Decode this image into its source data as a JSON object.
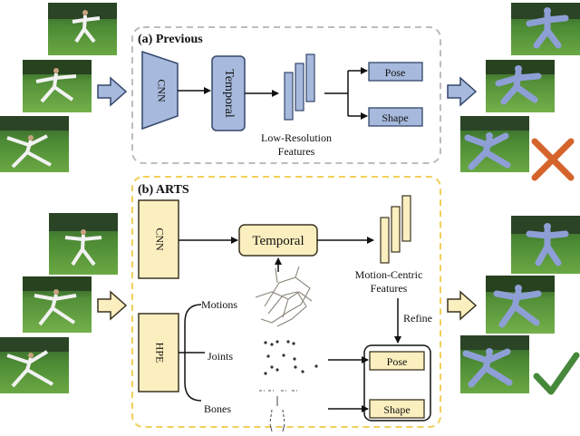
{
  "panel_a": {
    "title": "(a) Previous",
    "cnn": "CNN",
    "temporal": "Temporal",
    "features_line1": "Low-Resolution",
    "features_line2": "Features",
    "pose": "Pose",
    "shape": "Shape",
    "result_icon": "cross-icon"
  },
  "panel_b": {
    "title": "(b) ARTS",
    "cnn": "CNN",
    "hpe": "HPE",
    "temporal": "Temporal",
    "features_line1": "Motion-Centric",
    "features_line2": "Features",
    "refine": "Refine",
    "motions": "Motions",
    "joints": "Joints",
    "bones": "Bones",
    "pose": "Pose",
    "shape": "Shape",
    "result_icon": "checkmark-icon"
  },
  "colors": {
    "panel_a_fill": "#a7b9dc",
    "panel_a_stroke": "#33476b",
    "panel_a_border": "#bdbdbd",
    "panel_b_fill": "#fcefbf",
    "panel_b_stroke": "#3b3420",
    "panel_b_border": "#f2cf5a",
    "cross": "#d5642b",
    "check": "#46893a"
  }
}
